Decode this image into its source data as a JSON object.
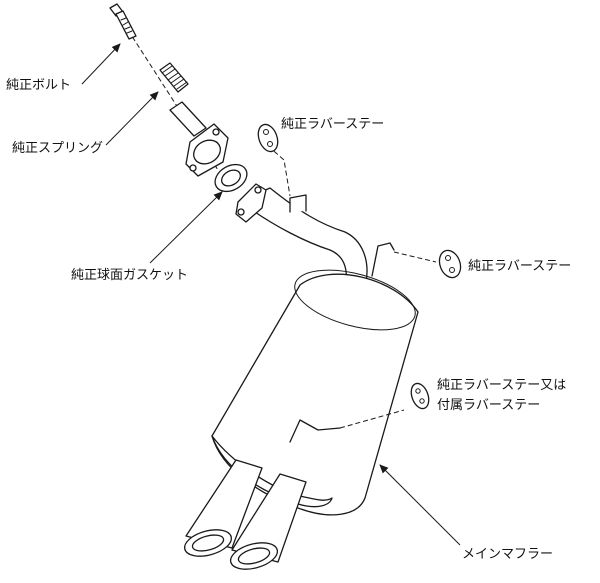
{
  "labels": {
    "bolt": "純正ボルト",
    "spring": "純正スプリング",
    "rubber_stay_1": "純正ラバーステー",
    "rubber_stay_2": "純正ラバーステー",
    "rubber_stay_3_line1": "純正ラバーステー又は",
    "rubber_stay_3_line2": "付属ラバーステー",
    "gasket": "純正球面ガスケット",
    "main_muffler": "メインマフラー"
  }
}
